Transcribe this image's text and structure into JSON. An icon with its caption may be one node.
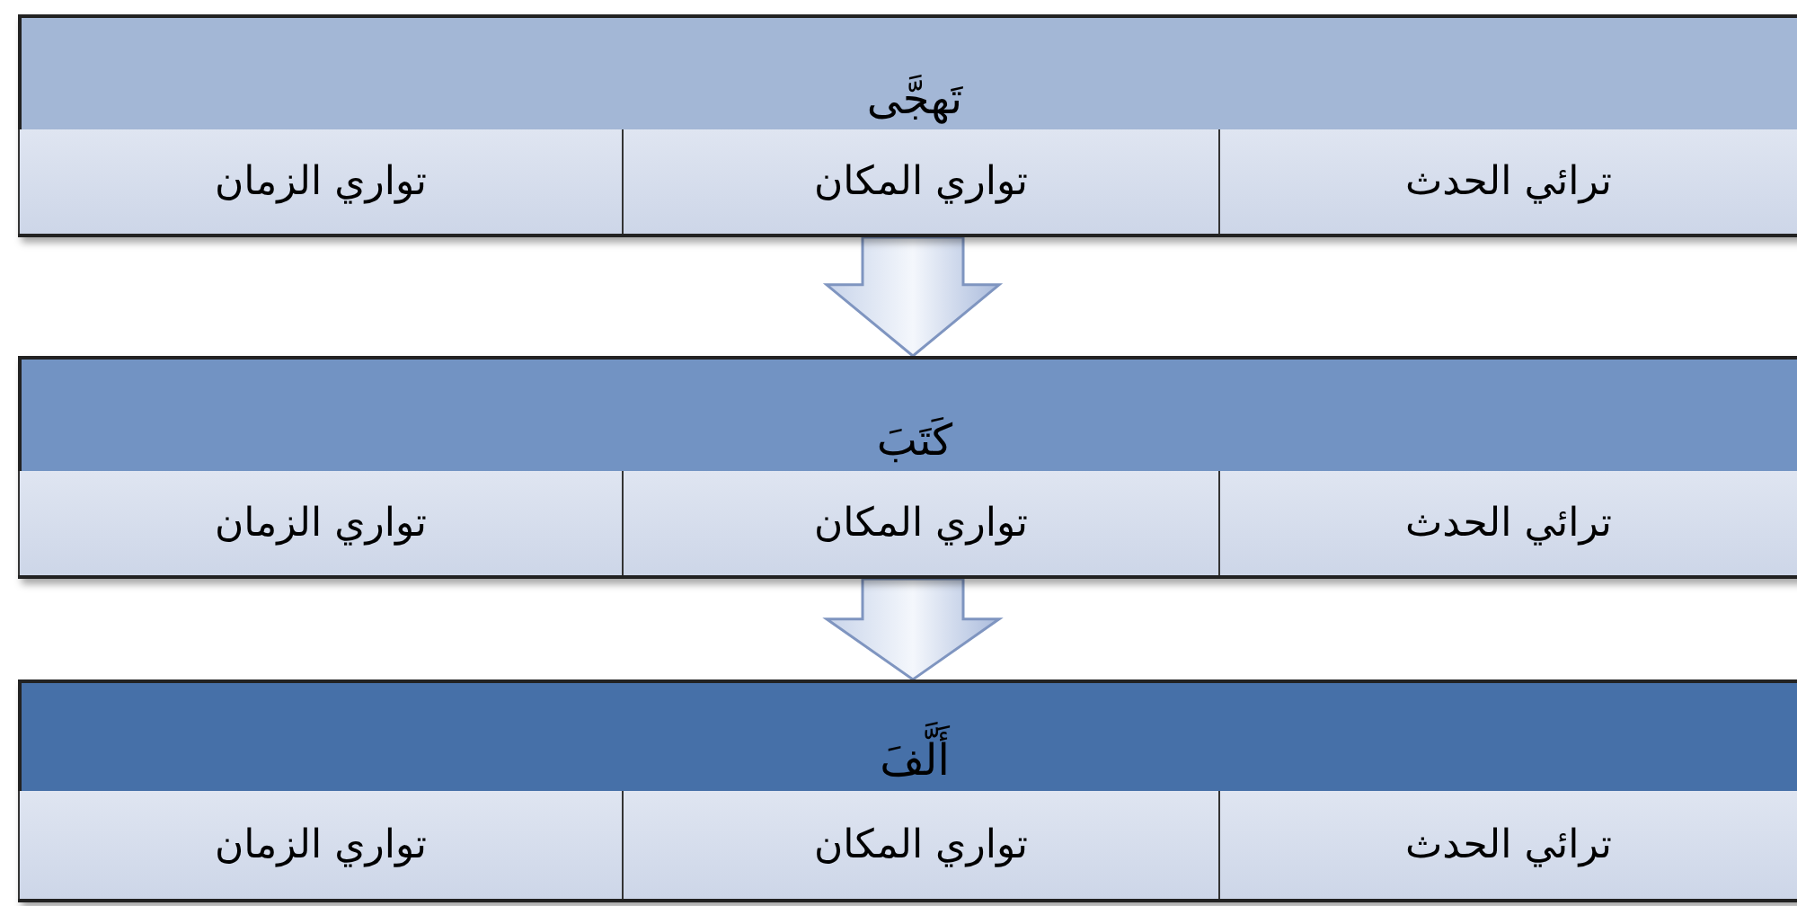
{
  "diagram": {
    "nodes": [
      {
        "text": [
          "تَهجَّى"
        ]
      },
      {
        "text": [
          "ترائي الحدث"
        ],
        "in": 0
      },
      {
        "text": [
          "تواري المكان"
        ],
        "in": 0
      },
      {
        "text": [
          "تواري الزمان"
        ],
        "in": 0
      },
      {
        "text": [
          "كَتَبَ"
        ]
      },
      {
        "text": [
          "ترائي الحدث"
        ],
        "in": 4
      },
      {
        "text": [
          "تواري المكان"
        ],
        "in": 4
      },
      {
        "text": [
          "تواري الزمان"
        ],
        "in": 4
      },
      {
        "text": [
          "أَلَّفَ"
        ]
      },
      {
        "text": [
          "ترائي الحدث"
        ],
        "in": 8
      },
      {
        "text": [
          "تواري المكان"
        ],
        "in": 8
      },
      {
        "text": [
          "تواري الزمان"
        ],
        "in": 8
      }
    ],
    "edges": [
      {
        "from": 0,
        "to": 4,
        "arrow": "to"
      },
      {
        "from": 4,
        "to": 8,
        "arrow": "to"
      }
    ]
  }
}
